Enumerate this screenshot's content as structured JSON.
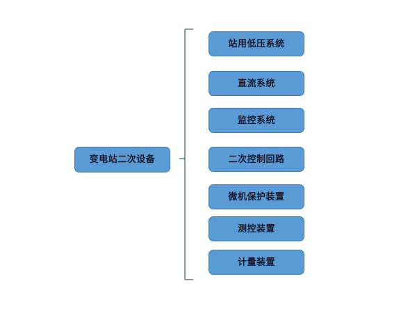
{
  "diagram": {
    "type": "tree-bracket",
    "orientation": "left-root-right-children",
    "root": {
      "label": "变电站二次设备"
    },
    "children": [
      {
        "label": "站用低压系统"
      },
      {
        "label": "直流系统"
      },
      {
        "label": "监控系统"
      },
      {
        "label": "二次控制回路"
      },
      {
        "label": "微机保护装置"
      },
      {
        "label": "测控装置"
      },
      {
        "label": "计量装置"
      }
    ],
    "connector": {
      "style": "square-bracket",
      "name": "bracket-connector"
    },
    "colors": {
      "node_fill": "#5b9bd5",
      "node_border": "#3f7cad",
      "node_text": "#1a1a2e",
      "connector_line": "#41637b",
      "background": "#ffffff"
    }
  }
}
